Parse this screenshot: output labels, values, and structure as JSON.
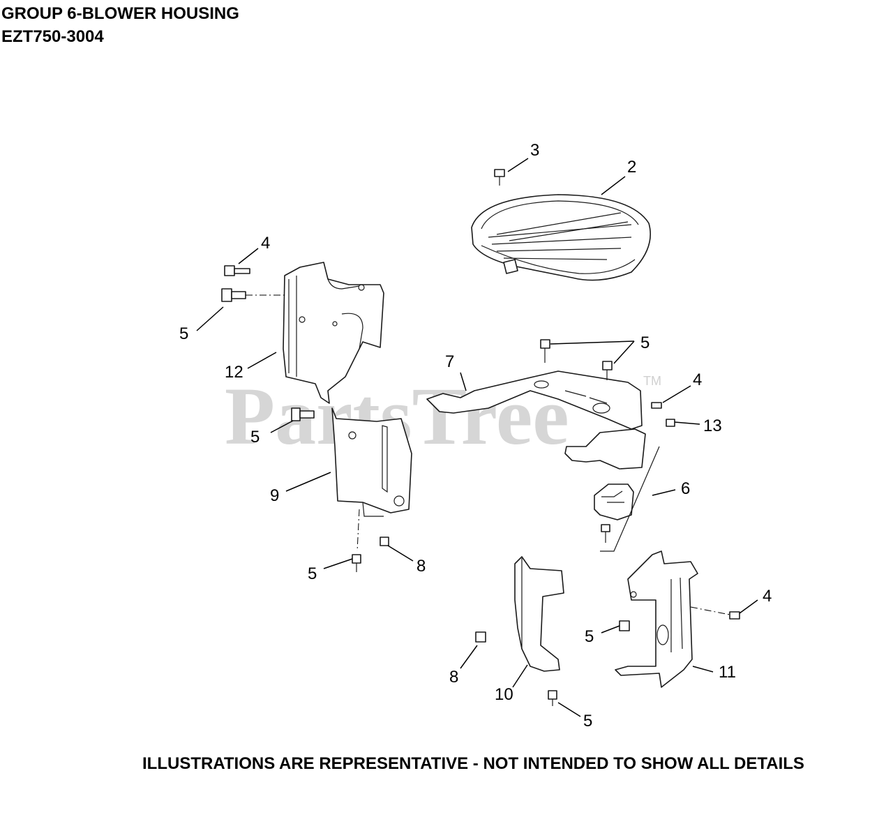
{
  "header": {
    "title": "GROUP 6-BLOWER HOUSING",
    "model": "EZT750-3004"
  },
  "watermark": {
    "text": "PartsTree",
    "mark": "TM"
  },
  "footer": {
    "disclaimer": "ILLUSTRATIONS ARE REPRESENTATIVE - NOT INTENDED TO SHOW ALL DETAILS"
  },
  "callouts": [
    "3",
    "2",
    "4",
    "5",
    "12",
    "5",
    "7",
    "4",
    "13",
    "5",
    "6",
    "9",
    "5",
    "8",
    "4",
    "5",
    "11",
    "8",
    "10",
    "5"
  ]
}
